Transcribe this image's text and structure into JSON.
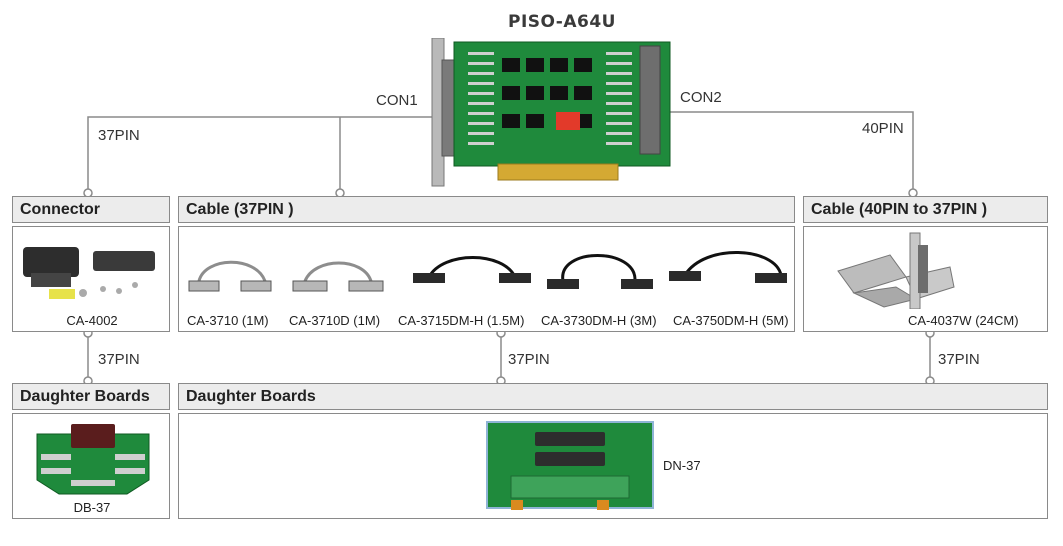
{
  "title": "PISO-A64U",
  "ports": {
    "con1": "CON1",
    "con2": "CON2"
  },
  "pins": {
    "left_top": "37PIN",
    "right_top": "40PIN",
    "left_mid": "37PIN",
    "center_mid": "37PIN",
    "right_mid": "37PIN"
  },
  "sections": {
    "connector": {
      "header": "Connector",
      "items": [
        "CA-4002"
      ]
    },
    "cable37": {
      "header": "Cable (37PIN )",
      "items": [
        "CA-3710 (1M)",
        "CA-3710D (1M)",
        "CA-3715DM-H (1.5M)",
        "CA-3730DM-H (3M)",
        "CA-3750DM-H (5M)"
      ]
    },
    "cable40": {
      "header": "Cable (40PIN  to 37PIN )",
      "items": [
        "CA-4037W (24CM)"
      ]
    },
    "daughter_left": {
      "header": "Daughter Boards",
      "items": [
        "DB-37"
      ]
    },
    "daughter_main": {
      "header": "Daughter Boards",
      "items": [
        "DN-37"
      ]
    }
  },
  "colors": {
    "pcb": "#1f8a3c",
    "header_bg": "#ececec",
    "line": "#8a8a8a"
  }
}
